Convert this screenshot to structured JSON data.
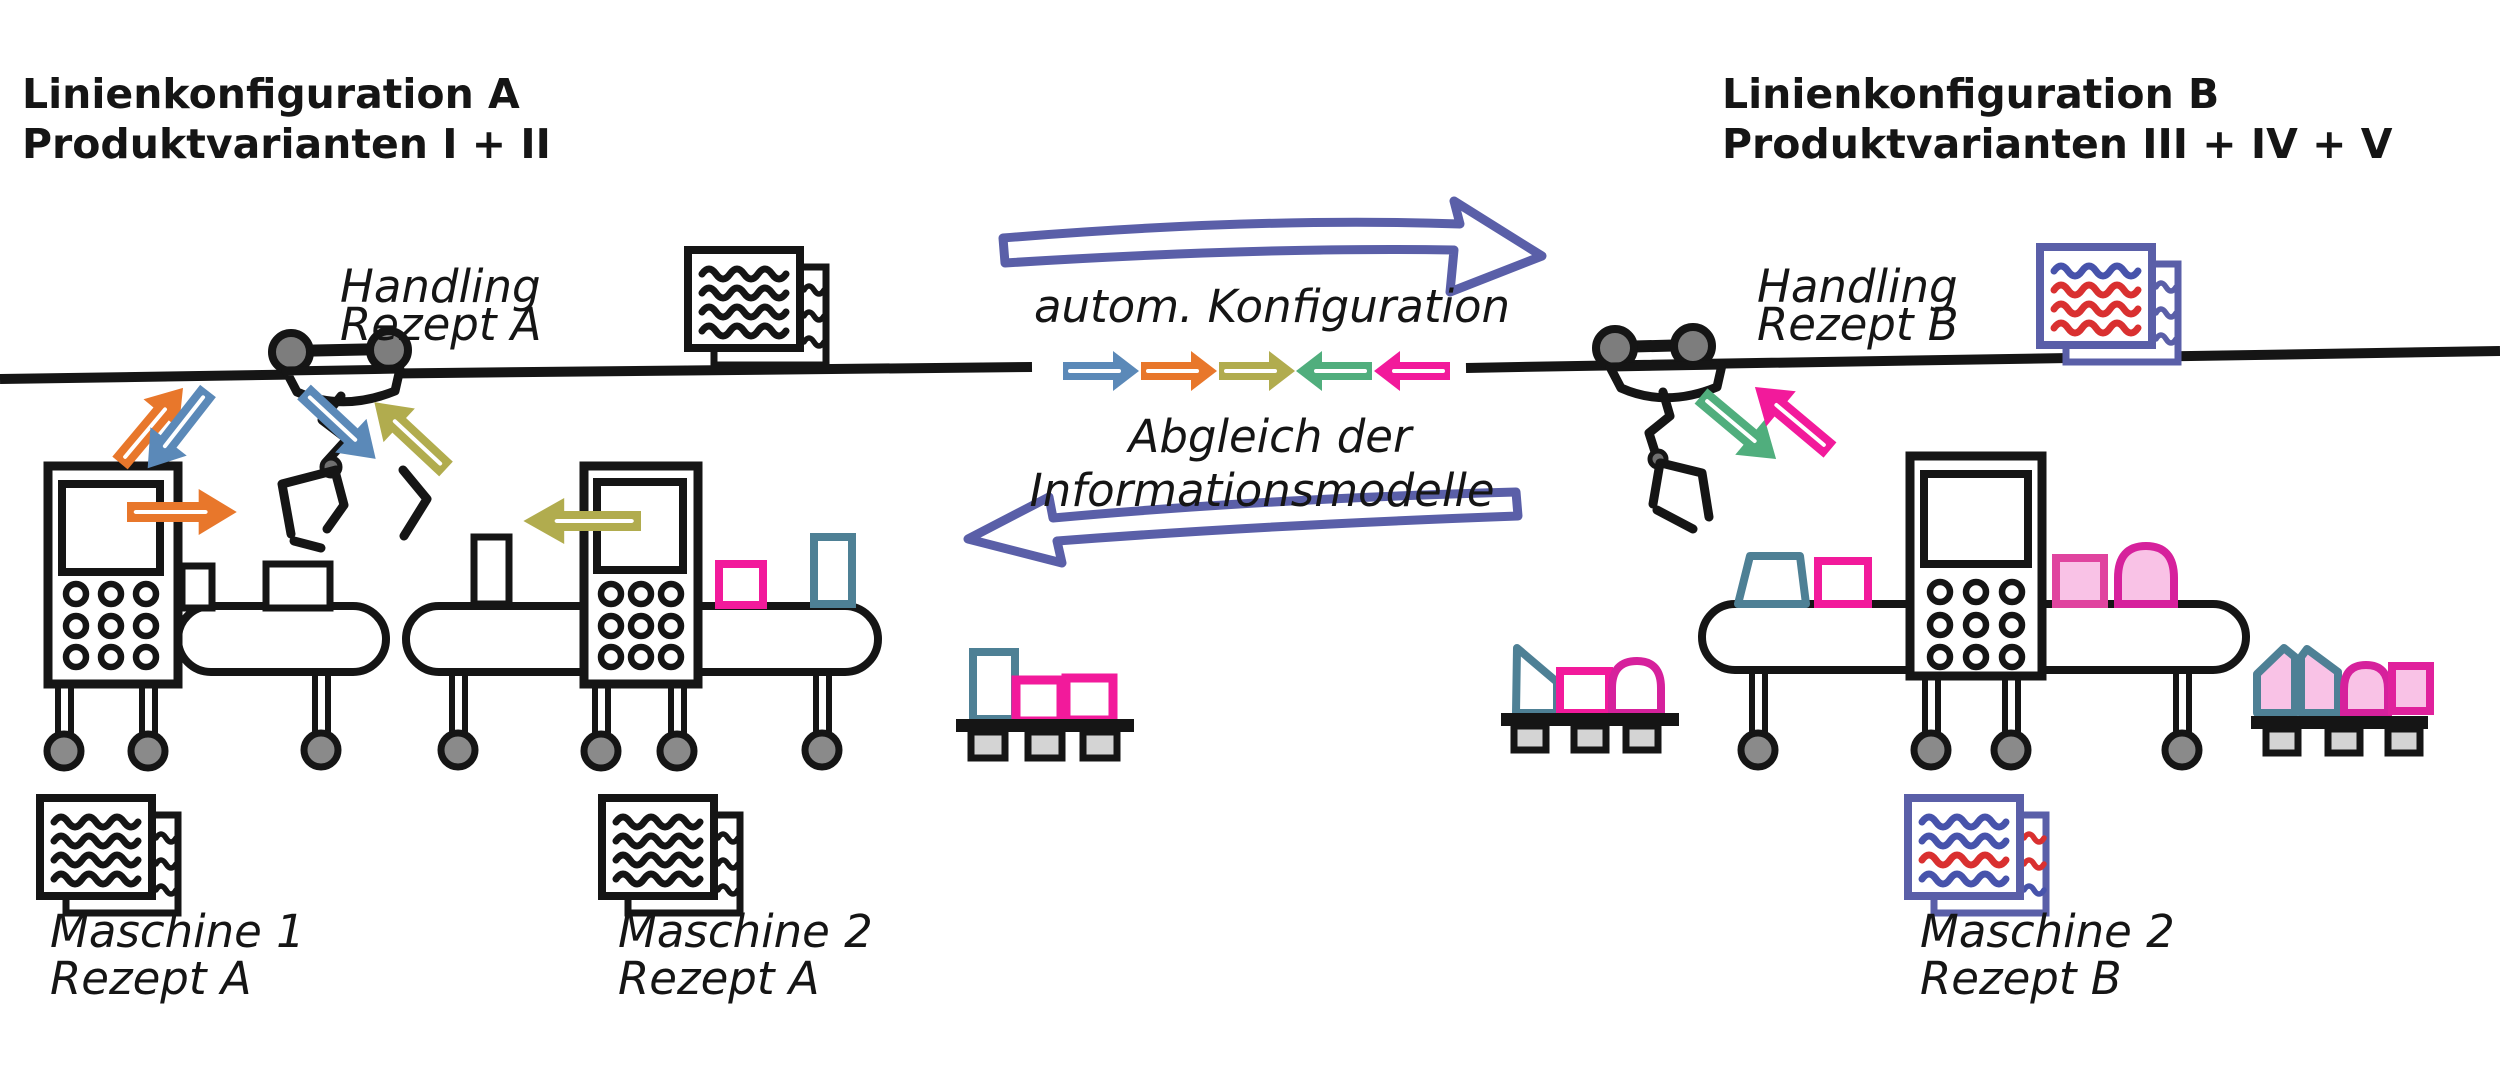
{
  "line_a": {
    "title_line1": "Linienkonfiguration A",
    "title_line2": "Produktvarianten I + II",
    "handling_line1": "Handling",
    "handling_line2": "Rezept A",
    "machine1_line1": "Maschine 1",
    "machine1_line2": "Rezept A",
    "machine2_line1": "Maschine 2",
    "machine2_line2": "Rezept A"
  },
  "line_b": {
    "title_line1": "Linienkonfiguration B",
    "title_line2": "Produktvarianten III + IV + V",
    "handling_line1": "Handling",
    "handling_line2": "Rezept B",
    "machine2_line1": "Maschine 2",
    "machine2_line2": "Rezept B"
  },
  "center": {
    "top_arrow_label": "autom. Konfiguration",
    "bottom_label_line1": "Abgleich der",
    "bottom_label_line2": "Informationsmodelle"
  },
  "icons": {
    "recipe_document": "document-pages-icon",
    "robot": "gantry-robot-icon",
    "machine": "machine-cabinet-icon",
    "conveyor": "conveyor-belt-icon",
    "pallet": "pallet-icon",
    "big_arrow_right": "config-transfer-arrow-right-icon",
    "big_arrow_left": "config-transfer-arrow-left-icon",
    "small_arrow_row": "information-model-sync-arrows-icon"
  },
  "colors": {
    "ink": "#151515",
    "indigo_arrow": "#5a5fa8",
    "doc_border_b": "#5a5fa8",
    "doc_line_blue": "#4753ab",
    "doc_line_red": "#d93030",
    "arrow_blue": "#5b89b8",
    "arrow_orange": "#e8772b",
    "arrow_olive": "#b1ac4e",
    "arrow_green": "#50ae7d",
    "arrow_pink": "#f21a9b",
    "product_teal": "#4e8095",
    "product_pink": "#f21a9b",
    "product_magenta": "#d6219c",
    "product_fill_pink": "#f9c2e6",
    "wheel_gray": "#8a8a8a",
    "pallet_foot_gray": "#d4d4d4",
    "background": "#ffffff"
  }
}
